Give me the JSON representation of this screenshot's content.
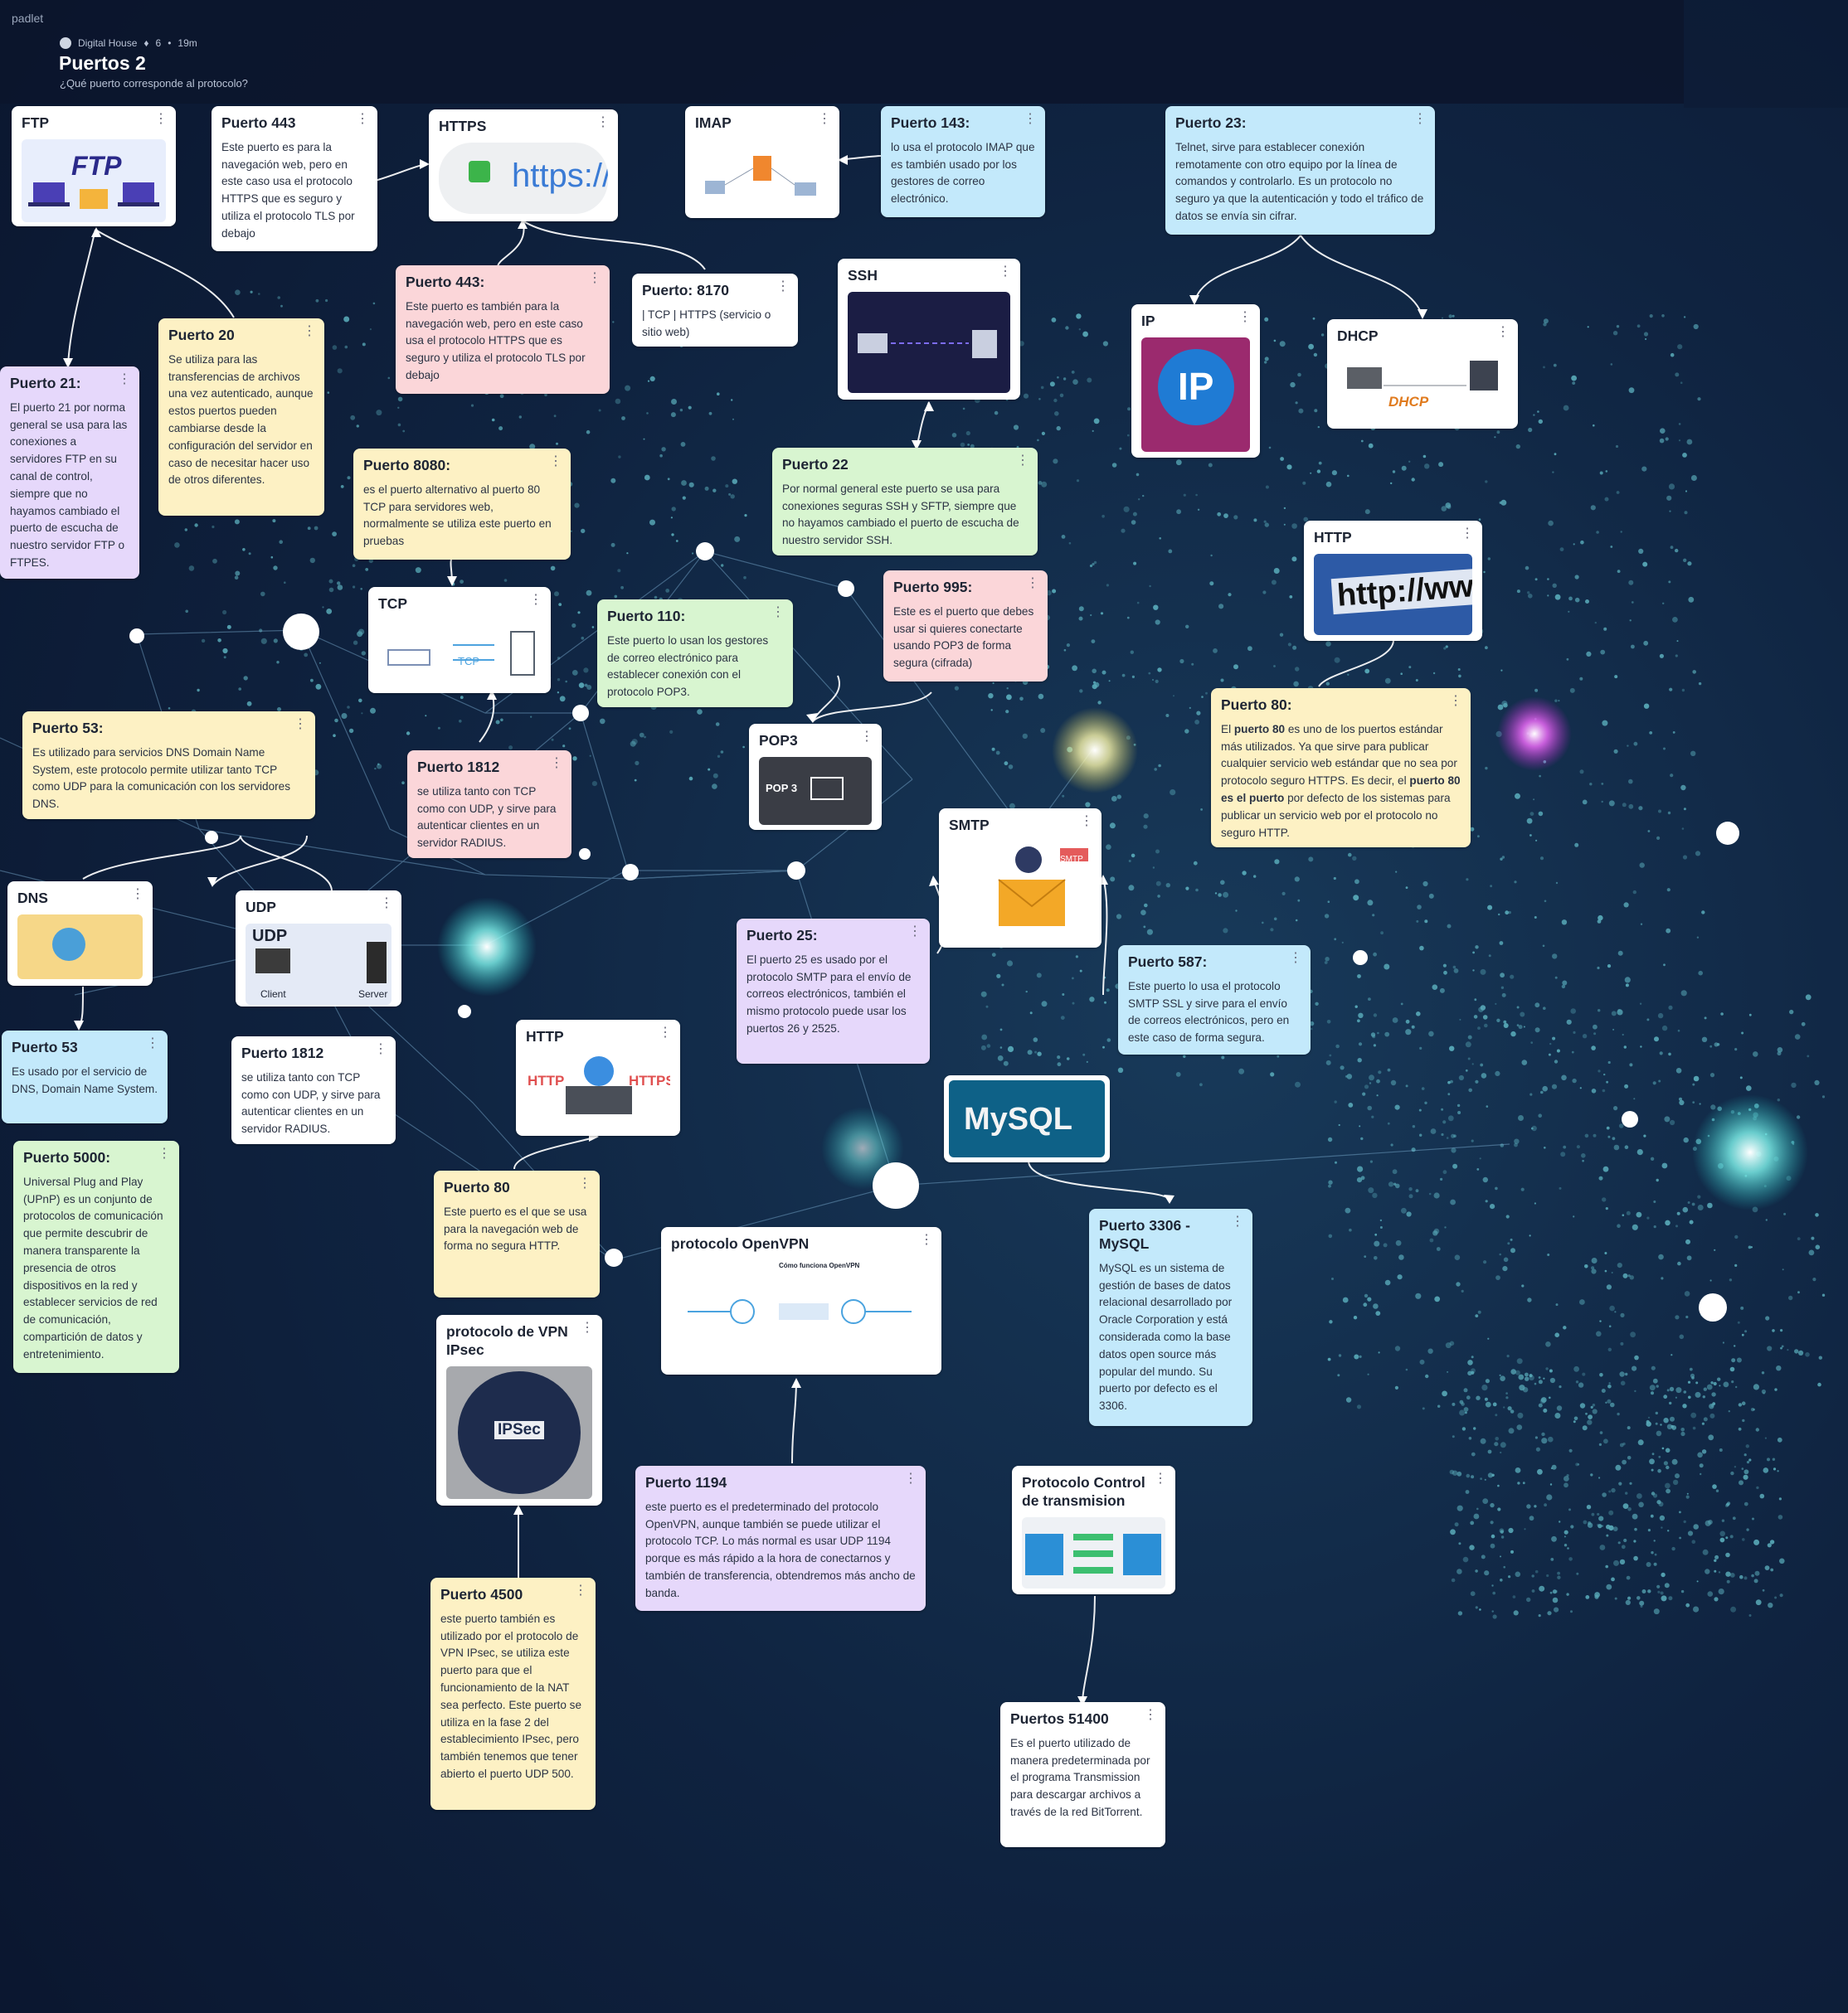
{
  "header": {
    "brand": "padlet",
    "author": "Digital House",
    "likes": "6",
    "time": "19m",
    "title": "Puertos 2",
    "subtitle": "¿Qué puerto corresponde al protocolo?"
  },
  "cards": {
    "ftp": {
      "title": "FTP"
    },
    "p443a": {
      "title": "Puerto 443",
      "body": "Este puerto es para la navegación web, pero en este caso usa el protocolo HTTPS que es seguro y utiliza el protocolo TLS por debajo"
    },
    "https": {
      "title": "HTTPS"
    },
    "imap": {
      "title": "IMAP"
    },
    "p143": {
      "title": "Puerto 143:",
      "body": "lo usa el protocolo IMAP que es también usado por los gestores de correo electrónico."
    },
    "p23": {
      "title": "Puerto 23:",
      "body": "Telnet, sirve para establecer conexión remotamente con otro equipo por la línea de comandos y controlarlo. Es un protocolo no seguro ya que la autenticación y todo el tráfico de datos se envía sin cifrar."
    },
    "p443b": {
      "title": "Puerto 443:",
      "body": "Este puerto es también para la navegación web, pero en este caso usa el protocolo HTTPS que es seguro y utiliza el protocolo TLS por debajo"
    },
    "p8170": {
      "title": "Puerto: 8170",
      "body": "| TCP | HTTPS (servicio o sitio web)"
    },
    "ssh": {
      "title": "SSH"
    },
    "ip": {
      "title": "IP"
    },
    "dhcp": {
      "title": "DHCP"
    },
    "p21": {
      "title": "Puerto 21:",
      "body": "El puerto 21 por norma general se usa para las conexiones a servidores FTP en su canal de control, siempre que no hayamos cambiado el puerto de escucha de nuestro servidor FTP o FTPES."
    },
    "p20": {
      "title": "Puerto 20",
      "body": "Se utiliza para las transferencias de archivos una vez autenticado, aunque estos puertos pueden cambiarse desde la configuración del servidor en caso de necesitar hacer uso de otros diferentes."
    },
    "p8080": {
      "title": "Puerto 8080:",
      "body": "es el puerto alternativo al puerto 80 TCP para servidores web, normalmente se utiliza este puerto en pruebas"
    },
    "p22": {
      "title": "Puerto 22",
      "body": "Por normal general este puerto se usa para conexiones seguras SSH y SFTP, siempre que no hayamos cambiado el puerto de escucha de nuestro servidor SSH."
    },
    "httpr": {
      "title": "HTTP"
    },
    "tcp": {
      "title": "TCP"
    },
    "p110": {
      "title": "Puerto 110:",
      "body": "Este puerto lo usan los gestores de correo electrónico para establecer conexión con el protocolo POP3."
    },
    "p995": {
      "title": "Puerto 995:",
      "body": "Este es el puerto que debes usar si quieres conectarte usando POP3 de forma segura (cifrada)"
    },
    "p80r": {
      "title": "Puerto 80:",
      "body_a": "El ",
      "body_b": "puerto 80",
      "body_c": " es uno de los puertos estándar más utilizados. Ya que sirve para publicar cualquier servicio web estándar que no sea por protocolo seguro HTTPS. Es decir, el ",
      "body_d": "puerto 80 es el puerto",
      "body_e": " por defecto de los sistemas para publicar un servicio web por el protocolo no seguro HTTP."
    },
    "p53a": {
      "title": "Puerto 53:",
      "body": "Es utilizado para servicios DNS Domain Name System, este protocolo permite utilizar tanto TCP como UDP para la comunicación con los servidores DNS."
    },
    "p1812a": {
      "title": "Puerto 1812",
      "body": "se utiliza tanto con TCP como con UDP, y sirve para autenticar clientes en un servidor RADIUS."
    },
    "pop3": {
      "title": "POP3"
    },
    "smtp": {
      "title": "SMTP"
    },
    "dns": {
      "title": "DNS"
    },
    "udp": {
      "title": "UDP"
    },
    "p25": {
      "title": "Puerto 25:",
      "body": "El puerto 25 es usado por el protocolo SMTP para el envío de correos electrónicos, también el mismo protocolo puede usar los puertos 26 y 2525."
    },
    "p587": {
      "title": "Puerto 587:",
      "body": "Este puerto lo usa el protocolo SMTP SSL y sirve para el envío de correos electrónicos, pero en este caso de forma segura."
    },
    "p53b": {
      "title": "Puerto 53",
      "body": "Es usado por el servicio de DNS, Domain Name System."
    },
    "p1812b": {
      "title": "Puerto 1812",
      "body": "se utiliza tanto con TCP como con UDP, y sirve para autenticar clientes en un servidor RADIUS."
    },
    "httpc": {
      "title": "HTTP"
    },
    "p5000": {
      "title": "Puerto 5000:",
      "body": "Universal Plug and Play (UPnP) es un conjunto de protocolos de comunicación que permite descubrir de manera transparente la presencia de otros dispositivos en la red y establecer servicios de red de comunicación, compartición de datos y entretenimiento."
    },
    "p80c": {
      "title": "Puerto 80",
      "body": "Este puerto es el que se usa para la navegación web de forma no segura HTTP."
    },
    "openvpn": {
      "title": "protocolo OpenVPN"
    },
    "p3306": {
      "title": "Puerto 3306 - MySQL",
      "body": "MySQL es un sistema de gestión de bases de datos relacional desarrollado por Oracle Corporation y está considerada como la base datos open source más popular del mundo. Su puerto por defecto es el 3306."
    },
    "ipsec": {
      "title": "protocolo de VPN IPsec"
    },
    "p1194": {
      "title": "Puerto 1194",
      "body": "este puerto es el predeterminado del protocolo OpenVPN, aunque también se puede utilizar el protocolo TCP. Lo más normal es usar UDP 1194 porque es más rápido a la hora de conectarnos y también de transferencia, obtendremos más ancho de banda."
    },
    "tcpctl": {
      "title": "Protocolo Control de transmision"
    },
    "p4500": {
      "title": "Puerto 4500",
      "body": "este puerto también es utilizado por el protocolo de VPN IPsec, se utiliza este puerto para que el funcionamiento de la NAT sea perfecto. Este puerto se utiliza en la fase 2 del establecimiento IPsec, pero también tenemos que tener abierto el puerto UDP 500."
    },
    "p51400": {
      "title": "Puertos 51400",
      "body": "Es el puerto utilizado de manera predeterminada por el programa Transmission para descargar archivos a través de la red BitTorrent."
    }
  },
  "images": {
    "ftp": "FTP",
    "https": "https://",
    "tcp": "TCP",
    "pop3": "POP 3",
    "smtp": "SMTP",
    "udp": "UDP",
    "udp_client": "Client",
    "udp_server": "Server",
    "http_left": "HTTP",
    "http_right": "HTTPS",
    "mysql": "MySQL",
    "ipsec": "IPSec",
    "ip": "IP",
    "http_banner": "http://ww",
    "dhcp": "DHCP",
    "openvpn": "Cómo funciona OpenVPN"
  },
  "colors": {
    "background": "#0c1b34",
    "white_card": "#ffffff",
    "yellow_card": "#fdf1c4",
    "blue_card": "#c3e9fb",
    "green_card": "#d8f5d0",
    "purple_card": "#e6d8fb",
    "red_card": "#fbd6d9"
  },
  "icons": {
    "more": "more-icon",
    "connector": "arrow-icon"
  }
}
